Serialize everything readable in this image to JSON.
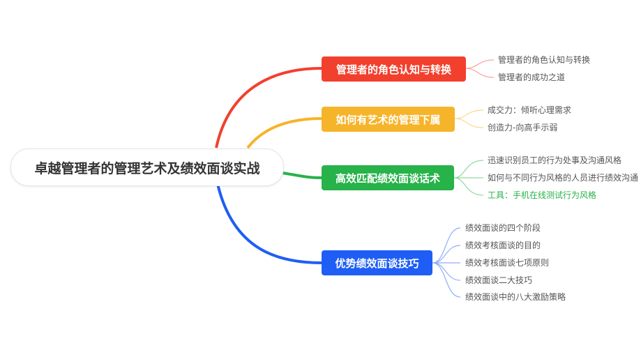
{
  "root": {
    "label": "卓越管理者的管理艺术及绩效面谈实战"
  },
  "branches": [
    {
      "label": "管理者的角色认知与转换",
      "color": "#f2402e",
      "children": [
        "管理者的角色认知与转换",
        "管理者的成功之道"
      ]
    },
    {
      "label": "如何有艺术的管理下属",
      "color": "#f6b42a",
      "children": [
        "成交力：倾听心理需求",
        "创造力-向高手示弱"
      ]
    },
    {
      "label": "高效匹配绩效面谈话术",
      "color": "#27b24a",
      "children": [
        "迅速识别员工的行为处事及沟通风格",
        "如何与不同行为风格的人员进行绩效沟通",
        "工具：手机在线测试行为风格"
      ]
    },
    {
      "label": "优势绩效面谈技巧",
      "color": "#1f5ef5",
      "children": [
        "绩效面谈的四个阶段",
        "绩效考核面谈的目的",
        "绩效考核面谈七项原则",
        "绩效面谈二大技巧",
        "绩效面谈中的八大激励策略"
      ]
    }
  ],
  "highlight_color": "#27b24a"
}
